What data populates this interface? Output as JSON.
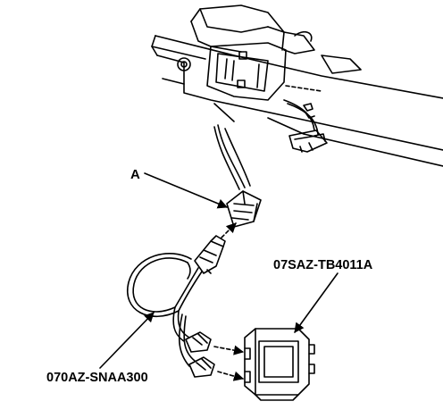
{
  "callouts": {
    "a": "A",
    "harness_part": "070AZ-SNAA300",
    "module_part": "07SAZ-TB4011A"
  },
  "colors": {
    "ink": "#000000",
    "paper": "#ffffff"
  }
}
